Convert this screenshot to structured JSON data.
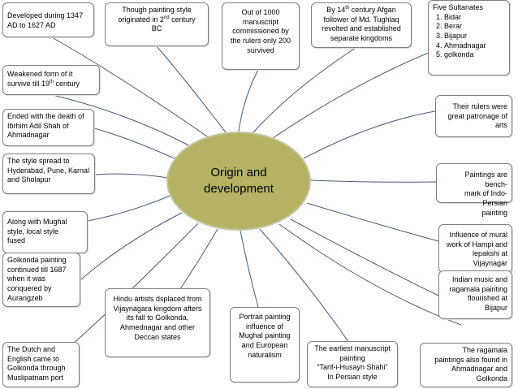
{
  "center": {
    "text": "Origin and\ndevelopment"
  },
  "nodes": {
    "n1": "Developed during 1347\nAD to 1627 AD",
    "n2_a": "Though painting style\noriginated in 2",
    "n2_sup": "nd",
    "n2_b": " century\nBC",
    "n3": "Out of 1000\nmanuscript\ncommissioned by\nthe rulers only 200\nsurvived",
    "n4_a": "By 14",
    "n4_sup": "th",
    "n4_b": " century Afgan\nfollower of Md. Tughlaq\nrevolted and established\nseparate kingdoms",
    "n5_title": "Five Sultanates",
    "n5_items": [
      "Bidar",
      "Berar",
      "Bijapur",
      "Ahmadnagar",
      "golkonda"
    ],
    "n6_a": "Weakened form of it\nsurvive till 19",
    "n6_sup": "th",
    "n6_b": " century",
    "n7": "Their rulers were\ngreat patronage of\narts",
    "n8": "Ended with the death of\nIbrhim Adil Shah of\nAhmadnagar",
    "n9": "The style spread to\nHyderabad, Pune, Karnal\nand Sholapur",
    "n10": "Paintings are bench-\nmark of Indo-Persian\npainting",
    "n11": "Along with Mughal\nstyle, local style\nfused",
    "n12": "Influence of mural\nwork of Hampi and\nlepakshi at\nVijaynagar",
    "n13": "Golkonda painting\ncontinued till 1687\nwhen it was\nconquered by\nAurangzeb",
    "n14": "Hindu artists dsplaced from\nVijaynagara kingdom afters\nits fall to Golkonda,\nAhmednagar and other\nDeccan states",
    "n15": "Indian music and\nragamala painting\nflourished at\nBijapur",
    "n16": "The Dutch and\nEnglish came to\nGolkonda through\nMuslipatnam port",
    "n17": "Portrait painting\ninfluence of\nMughal painting\nand European\nnaturalism",
    "n18": "The earliest manuscript\npainting\n“Tarif-i-Husayn Shahi”\nIn Persian style",
    "n19": "The ragamala\npaintings also found in\nAhmadnagar and\nGolkonda"
  }
}
